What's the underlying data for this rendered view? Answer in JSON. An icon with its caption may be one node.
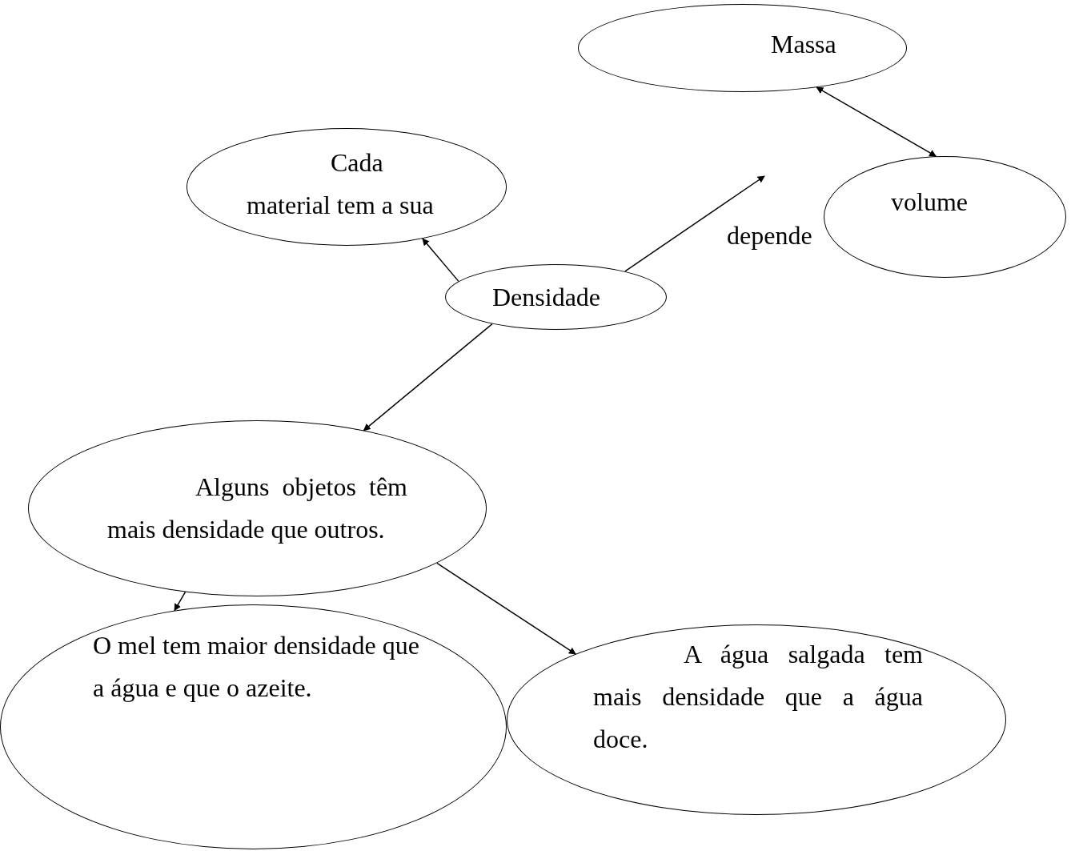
{
  "diagram": {
    "nodes": [
      {
        "text": [
          "Massa"
        ]
      },
      {
        "text": [
          "Cada material tem a sua"
        ]
      },
      {
        "text": [
          "volume"
        ]
      },
      {
        "text": [
          "Densidade"
        ]
      },
      {
        "text": [
          "Alguns objetos têm mais densidade que outros."
        ]
      },
      {
        "text": [
          "O mel tem maior densidade que a água e que o azeite."
        ]
      },
      {
        "text": [
          "A água salgada tem mais densidade que a água doce."
        ]
      }
    ],
    "edges": [
      {
        "from": 3,
        "to": 1,
        "arrow": "to"
      },
      {
        "from": 3,
        "to": null,
        "arrow": "to",
        "label": "depende"
      },
      {
        "from": 0,
        "to": 2,
        "arrow": "both"
      },
      {
        "from": 3,
        "to": 4,
        "arrow": "to"
      },
      {
        "from": 4,
        "to": 5,
        "arrow": "to"
      },
      {
        "from": 4,
        "to": 6,
        "arrow": "to"
      }
    ]
  }
}
